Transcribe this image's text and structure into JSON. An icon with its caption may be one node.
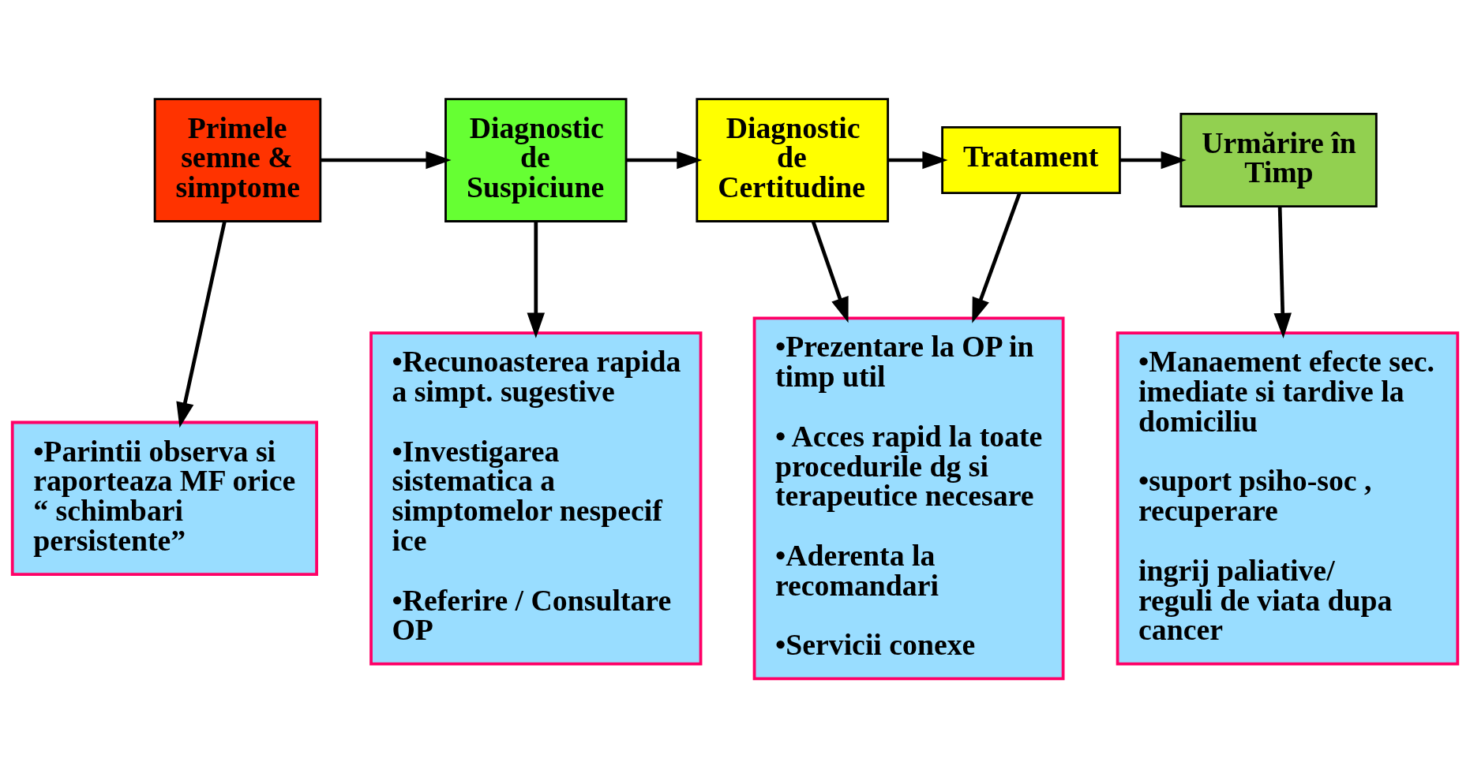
{
  "diagram": {
    "nodes": [
      {
        "text": [
          "Primele semne & simptome"
        ]
      },
      {
        "text": [
          "Diagnostic de Suspiciune"
        ]
      },
      {
        "text": [
          "Diagnostic de Certitudine"
        ]
      },
      {
        "text": [
          "Tratament"
        ]
      },
      {
        "text": [
          "Urmărire în Timp"
        ]
      },
      {
        "text": [
          "•Parintii observa si raporteaza MF orice “ schimbari persistente”"
        ]
      },
      {
        "text": [
          "•Recunoasterea rapida a simpt. sugestive",
          "•Investigarea sistematica a simptomelor nespecif ice",
          "•Referire / Consultare OP"
        ]
      },
      {
        "text": [
          "•Prezentare la OP in timp util",
          "• Acces rapid la toate procedurile dg si terapeutice necesare",
          "•Aderenta la recomandari",
          "•Servicii conexe"
        ]
      },
      {
        "text": [
          "•Manaement efecte sec. imediate si tardive la domiciliu",
          "•suport psiho-soc , recuperare",
          "ingrij paliative/ reguli de viata dupa cancer"
        ]
      }
    ],
    "edges": [
      {
        "from": 0,
        "to": 1,
        "arrow": "to"
      },
      {
        "from": 1,
        "to": 2,
        "arrow": "to"
      },
      {
        "from": 2,
        "to": 3,
        "arrow": "to"
      },
      {
        "from": 3,
        "to": 4,
        "arrow": "to"
      },
      {
        "from": 0,
        "to": 5,
        "arrow": "to"
      },
      {
        "from": 1,
        "to": 6,
        "arrow": "to"
      },
      {
        "from": 2,
        "to": 7,
        "arrow": "to"
      },
      {
        "from": 3,
        "to": 7,
        "arrow": "to"
      },
      {
        "from": 4,
        "to": 8,
        "arrow": "to"
      }
    ]
  }
}
